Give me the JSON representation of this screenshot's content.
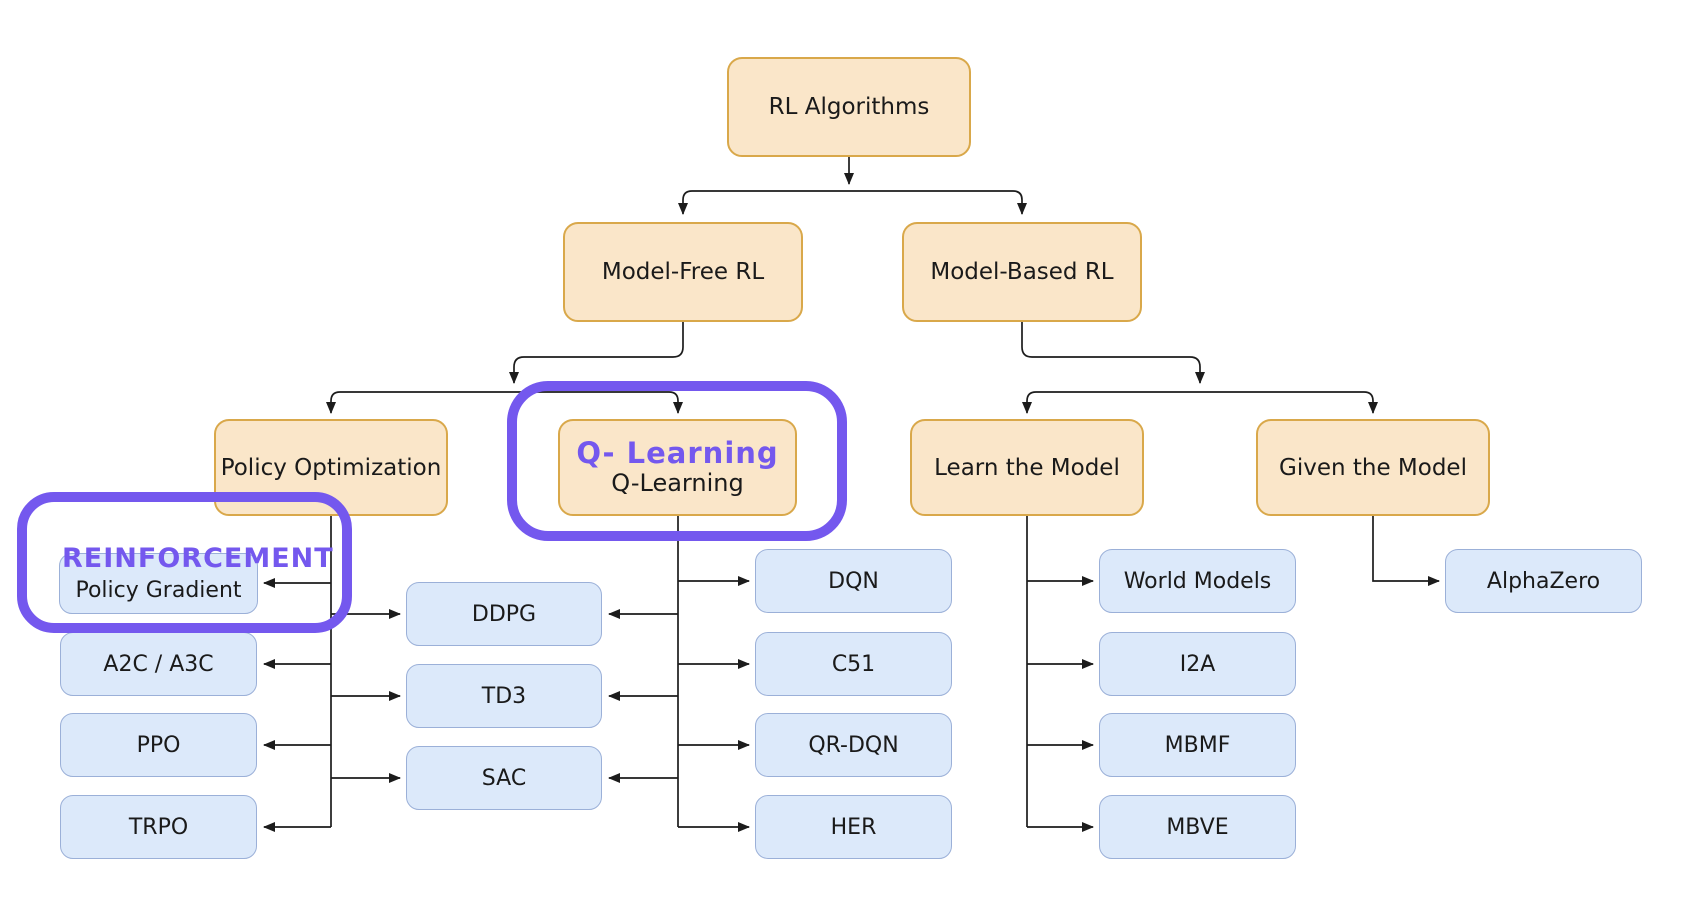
{
  "diagram_title": "RL Algorithms taxonomy",
  "colors": {
    "background": "#ffffff",
    "category_fill": "#fae6c9",
    "category_border": "#d9a84a",
    "leaf_fill": "#dce9fa",
    "leaf_border": "#9bb0d8",
    "connector": "#1c1c1c",
    "annotation_purple": "#7458ee",
    "text": "#1a1a1a"
  },
  "nodes": {
    "rl": {
      "label": "RL Algorithms"
    },
    "model_free": {
      "label": "Model-Free RL"
    },
    "model_based": {
      "label": "Model-Based RL"
    },
    "policy_opt": {
      "label": "Policy Optimization"
    },
    "q_learning": {
      "label": "Q-Learning"
    },
    "learn_model": {
      "label": "Learn the Model"
    },
    "given_model": {
      "label": "Given the Model"
    },
    "policy_gradient": {
      "label": "Policy Gradient"
    },
    "a2c": {
      "label": "A2C / A3C"
    },
    "ppo": {
      "label": "PPO"
    },
    "trpo": {
      "label": "TRPO"
    },
    "ddpg": {
      "label": "DDPG"
    },
    "td3": {
      "label": "TD3"
    },
    "sac": {
      "label": "SAC"
    },
    "dqn": {
      "label": "DQN"
    },
    "c51": {
      "label": "C51"
    },
    "qr_dqn": {
      "label": "QR-DQN"
    },
    "her": {
      "label": "HER"
    },
    "world_models": {
      "label": "World Models"
    },
    "i2a": {
      "label": "I2A"
    },
    "mbmf": {
      "label": "MBMF"
    },
    "mbve": {
      "label": "MBVE"
    },
    "alphazero": {
      "label": "AlphaZero"
    }
  },
  "annotations": {
    "q_learning_handwritten": "Q- Learning",
    "reinforcement_handwritten": "REINFORCEMENT"
  }
}
